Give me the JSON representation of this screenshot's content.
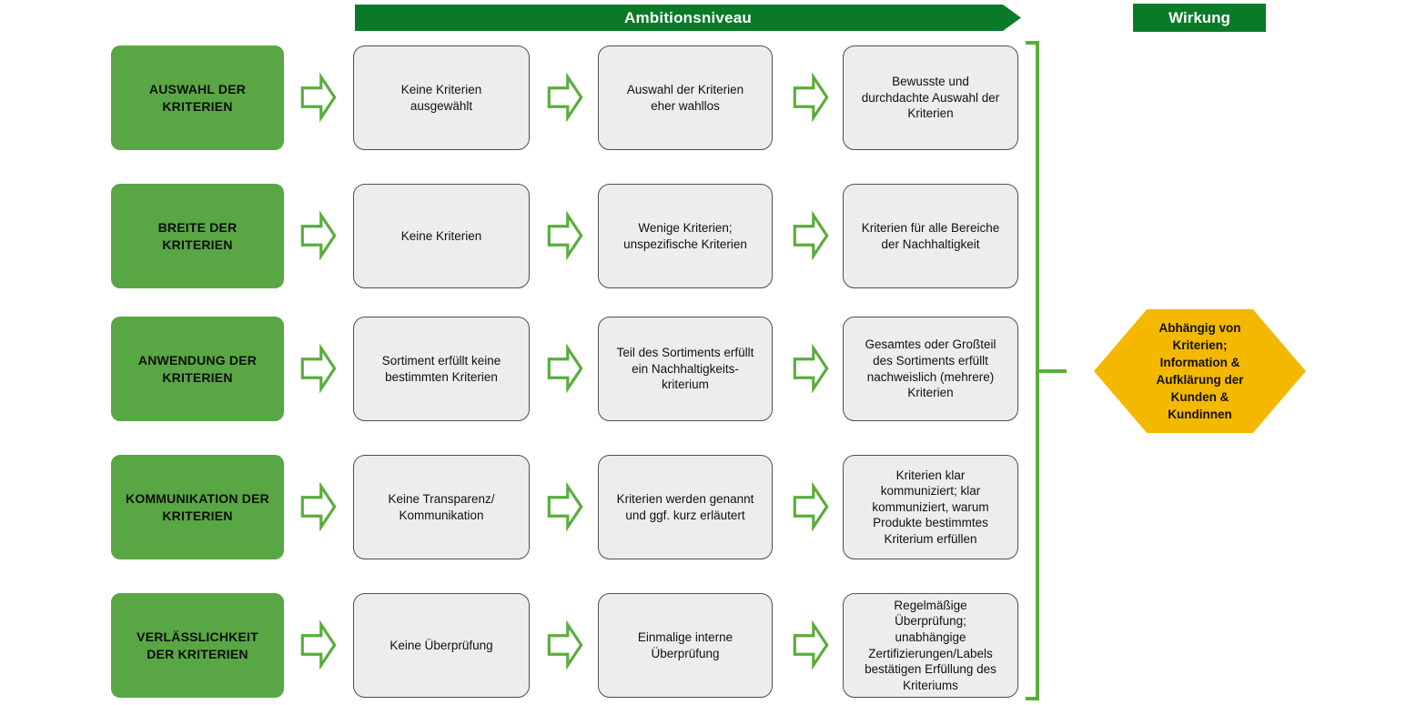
{
  "header": {
    "ambition_label": "Ambitionsniveau",
    "wirkung_label": "Wirkung"
  },
  "matrix": {
    "rows": [
      {
        "category": "AUSWAHL DER KRITERIEN",
        "levels": [
          "Keine Kriterien ausgewählt",
          "Auswahl der Kriterien eher wahllos",
          "Bewusste und durchdachte Auswahl der Kriterien"
        ]
      },
      {
        "category": "BREITE DER KRITERIEN",
        "levels": [
          "Keine Kriterien",
          "Wenige Kriterien; unspezifische Kriterien",
          "Kriterien für alle Bereiche der Nachhaltigkeit"
        ]
      },
      {
        "category": "ANWENDUNG DER KRITERIEN",
        "levels": [
          "Sortiment erfüllt keine bestimmten Kriterien",
          "Teil des Sortiments erfüllt ein Nachhaltigkeits- kriterium",
          "Gesamtes oder Großteil des Sortiments erfüllt nachweislich (mehrere) Kriterien"
        ]
      },
      {
        "category": "KOMMUNIKATION DER KRITERIEN",
        "levels": [
          "Keine Transparenz/ Kommunikation",
          "Kriterien werden genannt und ggf. kurz erläutert",
          "Kriterien klar kommuniziert; klar kommuniziert, warum Produkte bestimmtes Kriterium erfüllen"
        ]
      },
      {
        "category": "VERLÄSSLICHKEIT DER KRITERIEN",
        "levels": [
          "Keine Überprüfung",
          "Einmalige interne Überprüfung",
          "Regelmäßige Überprüfung; unabhängige Zertifizierungen/Labels bestätigen Erfüllung des Kriteriums"
        ]
      }
    ]
  },
  "impact": {
    "hexagon_text": "Abhängig von Kriterien; Information & Aufklärung der Kunden & Kundinnen"
  },
  "colors": {
    "category_green": "#58a744",
    "banner_green": "#0a7a28",
    "arrow_green": "#5aad3c",
    "box_gray": "#ededed",
    "box_border": "#4f4f4f",
    "impact_yellow": "#f4b800"
  }
}
